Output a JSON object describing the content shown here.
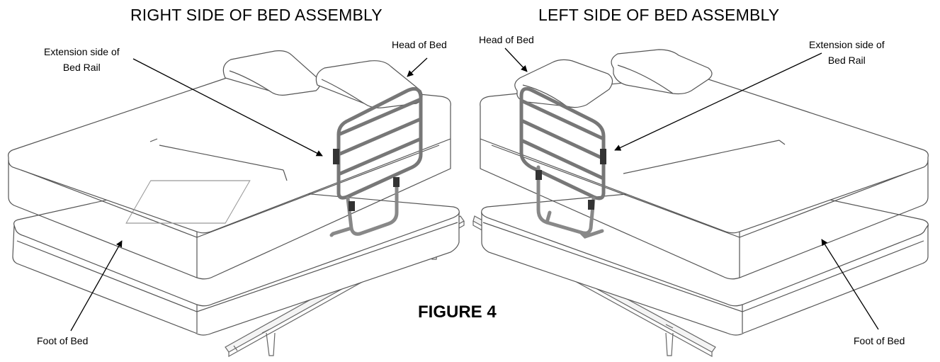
{
  "titles": {
    "right_side": "RIGHT SIDE OF BED ASSEMBLY",
    "left_side": "LEFT SIDE OF BED ASSEMBLY"
  },
  "right_panel": {
    "extension_label_line1": "Extension side of",
    "extension_label_line2": "Bed Rail",
    "head_label": "Head of Bed",
    "foot_label": "Foot of Bed"
  },
  "left_panel": {
    "extension_label_line1": "Extension side of",
    "extension_label_line2": "Bed Rail",
    "head_label": "Head of Bed",
    "foot_label": "Foot of Bed"
  },
  "figure_label": "FIGURE 4"
}
